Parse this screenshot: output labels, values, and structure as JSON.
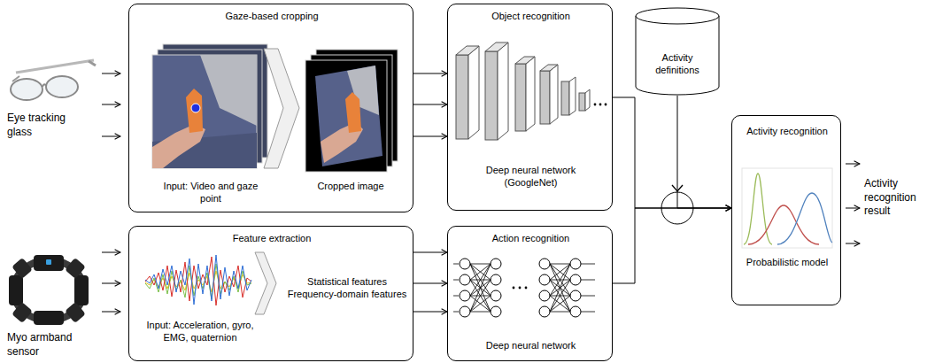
{
  "diagram": {
    "nodes": [
      {
        "text": [
          "Gaze-based cropping",
          "Input: Video and gaze point",
          "Cropped image"
        ]
      },
      {
        "text": [
          "Object recognition",
          "Deep neural network (GoogleNet)"
        ]
      },
      {
        "text": [
          "Activity definitions"
        ]
      },
      {
        "text": [
          "Activity recognition",
          "Probabilistic model"
        ]
      },
      {
        "text": [
          "Feature extraction",
          "Input: Acceleration, gyro, EMG, quaternion",
          "Statistical features Frequency-domain features"
        ]
      },
      {
        "text": [
          "Action recognition",
          "Deep neural network"
        ]
      }
    ],
    "edges": [
      {
        "from": 0,
        "to": 1,
        "arrow": "to"
      },
      {
        "from": 0,
        "to": 1,
        "arrow": "to"
      },
      {
        "from": 0,
        "to": 1,
        "arrow": "to"
      },
      {
        "from": 4,
        "to": 5,
        "arrow": "to"
      },
      {
        "from": 4,
        "to": 5,
        "arrow": "to"
      },
      {
        "from": 4,
        "to": 5,
        "arrow": "to"
      },
      {
        "from": 1,
        "to": 3,
        "arrow": "to"
      },
      {
        "from": 5,
        "to": 3,
        "arrow": "to"
      },
      {
        "from": 2,
        "to": 3,
        "arrow": "to"
      }
    ],
    "labels": [
      "Eye tracking glass",
      "Myo armband sensor",
      "Activity recognition result"
    ]
  }
}
